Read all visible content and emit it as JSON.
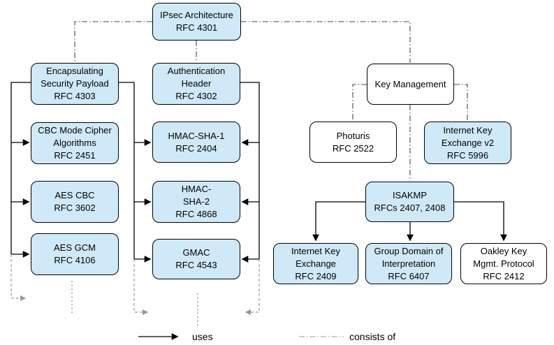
{
  "diagram": {
    "nodes": [
      {
        "id": "ipsec-architecture",
        "text": "IPsec Architecture\nRFC 4301",
        "fill": "blue"
      },
      {
        "id": "esp",
        "text": "Encapsulating\nSecurity Payload\nRFC 4303",
        "fill": "blue"
      },
      {
        "id": "cbc-mode-cipher",
        "text": "CBC Mode Cipher\nAlgorithms\nRFC 2451",
        "fill": "blue"
      },
      {
        "id": "aes-cbc",
        "text": "AES CBC\nRFC 3602",
        "fill": "blue"
      },
      {
        "id": "aes-gcm",
        "text": "AES GCM\nRFC 4106",
        "fill": "blue"
      },
      {
        "id": "authentication-header",
        "text": "Authentication\nHeader\nRFC 4302",
        "fill": "blue"
      },
      {
        "id": "hmac-sha-1",
        "text": "HMAC-SHA-1\nRFC 2404",
        "fill": "blue"
      },
      {
        "id": "hmac-sha-2",
        "text": "HMAC-\nSHA-2\nRFC 4868",
        "fill": "blue"
      },
      {
        "id": "gmac",
        "text": "GMAC\nRFC 4543",
        "fill": "blue"
      },
      {
        "id": "key-management",
        "text": "Key Management",
        "fill": "white"
      },
      {
        "id": "photuris",
        "text": "Photuris\nRFC 2522",
        "fill": "white"
      },
      {
        "id": "internet-key-exchange-v2",
        "text": "Internet Key\nExchange v2\nRFC 5996",
        "fill": "blue"
      },
      {
        "id": "isakmp",
        "text": "ISAKMP\nRFCs 2407, 2408",
        "fill": "blue"
      },
      {
        "id": "internet-key-exchange",
        "text": "Internet Key\nExchange\nRFC 2409",
        "fill": "blue"
      },
      {
        "id": "group-domain-of-interpretation",
        "text": "Group Domain of\nInterpretation\nRFC 6407",
        "fill": "blue"
      },
      {
        "id": "oakley",
        "text": "Oakley Key\nMgmt. Protocol\nRFC 2412",
        "fill": "white"
      }
    ],
    "legend": {
      "uses": "uses",
      "consists_of": "consists of"
    },
    "colors": {
      "node_fill": "#cfe9f8",
      "node_fill_white": "#ffffff",
      "node_border": "#000000",
      "uses_line": "#000000",
      "consists_line": "#474747",
      "continuation_line": "#9a9a9a",
      "legend_consists_line": "#999999"
    }
  }
}
